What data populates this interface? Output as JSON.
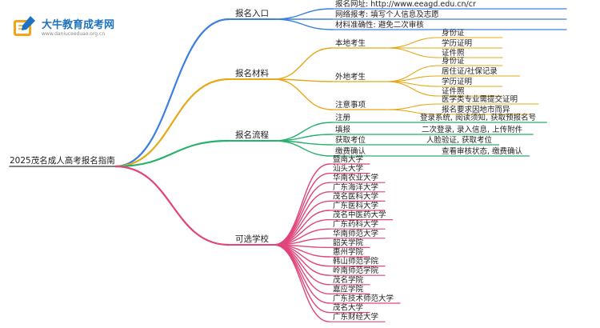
{
  "logo": {
    "name": "大牛教育成考网",
    "url": "www.daniuceeduao.org.cn",
    "icon": "book-pencil-icon",
    "colors": {
      "primary": "#1e73be",
      "accent": "#f6a21b"
    }
  },
  "root": {
    "label": "2025茂名成人高考报名指南"
  },
  "branches": [
    {
      "id": "entry",
      "label": "报名入口",
      "color": "#3d7fe0",
      "children": [
        {
          "label": "报名网址: http://www.eeagd.edu.cn/cr"
        },
        {
          "label": "网络报考: 填写个人信息及志愿"
        },
        {
          "label": "材料准确性: 避免二次审核"
        }
      ]
    },
    {
      "id": "materials",
      "label": "报名材料",
      "color": "#e6a817",
      "children": [
        {
          "label": "本地考生",
          "children": [
            {
              "label": "身份证"
            },
            {
              "label": "学历证明"
            },
            {
              "label": "证件照"
            }
          ]
        },
        {
          "label": "外地考生",
          "children": [
            {
              "label": "身份证"
            },
            {
              "label": "居住证/社保记录"
            },
            {
              "label": "学历证明"
            },
            {
              "label": "证件照"
            }
          ]
        },
        {
          "label": "注意事项",
          "children": [
            {
              "label": "医学类专业需提交证明"
            },
            {
              "label": "报名要求因地市而异"
            }
          ]
        }
      ]
    },
    {
      "id": "process",
      "label": "报名流程",
      "color": "#27b06a",
      "children": [
        {
          "label": "注册",
          "detail": "登录系统, 阅读须知, 获取预报名号"
        },
        {
          "label": "填报",
          "detail": "二次登录, 录入信息, 上传附件"
        },
        {
          "label": "获取考位",
          "detail": "人脸验证, 获取考位"
        },
        {
          "label": "缴费确认",
          "detail": "查看审核状态, 缴费确认"
        }
      ]
    },
    {
      "id": "schools",
      "label": "可选学校",
      "color": "#e0457b",
      "children": [
        {
          "label": "暨南大学"
        },
        {
          "label": "汕头大学"
        },
        {
          "label": "华南农业大学"
        },
        {
          "label": "广东海洋大学"
        },
        {
          "label": "茂名医科大学"
        },
        {
          "label": "广东医科大学"
        },
        {
          "label": "茂名中医药大学"
        },
        {
          "label": "广东药科大学"
        },
        {
          "label": "华南师范大学"
        },
        {
          "label": "韶关学院"
        },
        {
          "label": "惠州学院"
        },
        {
          "label": "韩山师范学院"
        },
        {
          "label": "岭南师范学院"
        },
        {
          "label": "茂名学院"
        },
        {
          "label": "嘉应学院"
        },
        {
          "label": "广东技术师范大学"
        },
        {
          "label": "茂名大学"
        },
        {
          "label": "广东财经大学"
        }
      ]
    }
  ]
}
